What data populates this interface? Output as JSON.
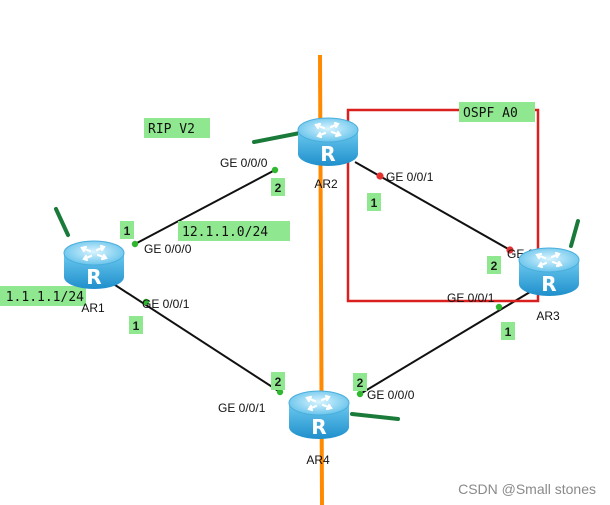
{
  "routers": [
    {
      "name": "AR1"
    },
    {
      "name": "AR2"
    },
    {
      "name": "AR3"
    },
    {
      "name": "AR4"
    }
  ],
  "interfaces": {
    "ar1_g000": "GE 0/0/0",
    "ar1_g001": "GE 0/0/1",
    "ar2_g000": "GE 0/0/0",
    "ar2_g001": "GE 0/0/1",
    "ar3_g000": "GE 0/0/0",
    "ar3_g001": "GE 0/0/1",
    "ar4_g000": "GE 0/0/0",
    "ar4_g001": "GE 0/0/1"
  },
  "host_ids": {
    "ar1_to_ar2": "1",
    "ar2_to_ar1": "2",
    "ar1_to_ar4": "1",
    "ar4_to_ar1": "2",
    "ar2_to_ar3": "1",
    "ar3_to_ar2": "2",
    "ar3_to_ar4": "1",
    "ar4_to_ar3": "2"
  },
  "networks": {
    "ar1_ar2": "12.1.1.0/24",
    "ar1_loopback": "1.1.1.1/24"
  },
  "areas": {
    "rip": "RIP V2",
    "ospf": "OSPF A0"
  },
  "watermark": "CSDN @Small stones",
  "colors": {
    "boundary_line": "#ff8a00",
    "highlight_box": "#d9201f",
    "label_bg": "#8fe88f",
    "link_line": "#111111",
    "port_green": "#2fb82f",
    "port_red": "#e53030",
    "stub_line": "#1a7a3a"
  }
}
